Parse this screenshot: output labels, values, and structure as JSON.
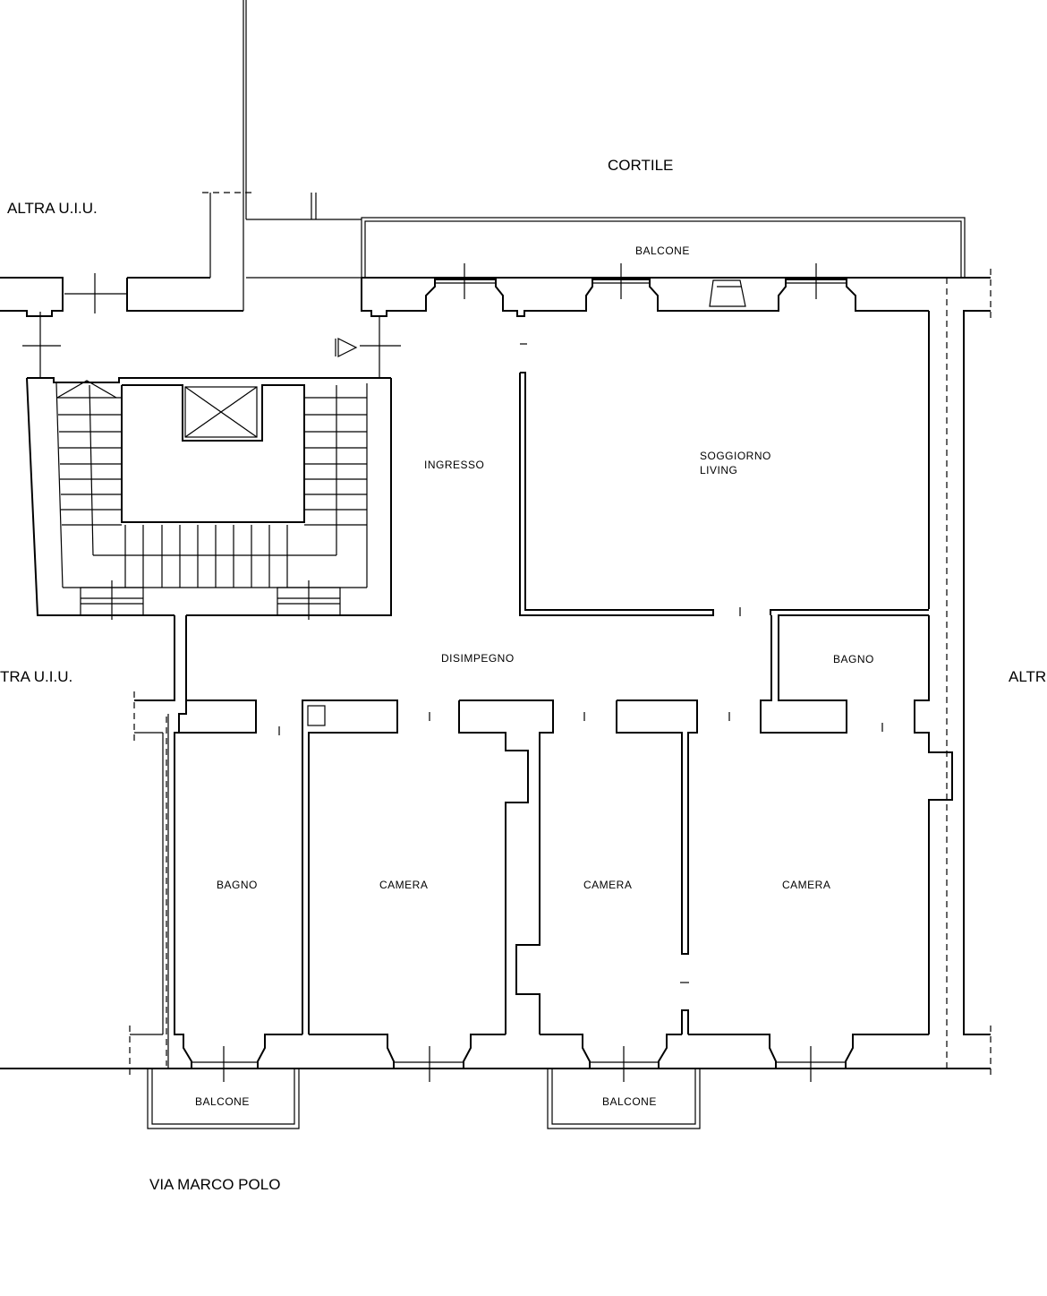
{
  "labels": {
    "cortile": "CORTILE",
    "altra_uiu_top_left": "ALTRA U.I.U.",
    "altra_uiu_mid_left": "TRA U.I.U.",
    "altra_uiu_right": "ALTR",
    "balcone_top": "BALCONE",
    "ingresso": "INGRESSO",
    "soggiorno": "SOGGIORNO",
    "living": "LIVING",
    "disimpegno": "DISIMPEGNO",
    "bagno_right": "BAGNO",
    "bagno_left": "BAGNO",
    "camera_1": "CAMERA",
    "camera_2": "CAMERA",
    "camera_3": "CAMERA",
    "balcone_bottom_left": "BALCONE",
    "balcone_bottom_mid": "BALCONE",
    "street": "VIA MARCO POLO"
  }
}
